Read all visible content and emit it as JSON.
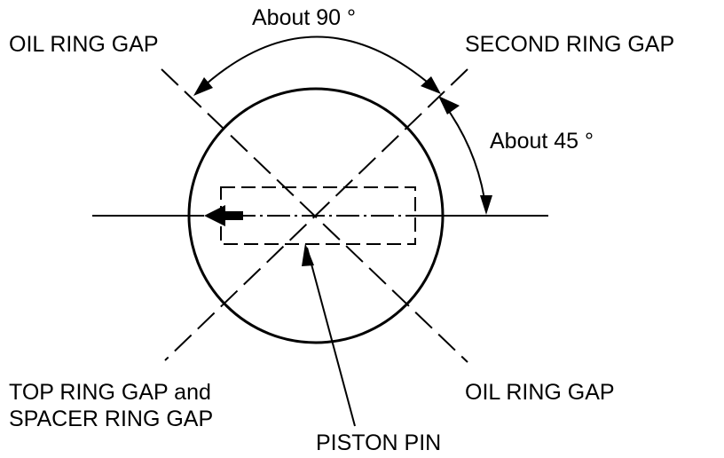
{
  "labels": {
    "oil_ring_gap_top": "OIL RING GAP",
    "second_ring_gap": "SECOND RING GAP",
    "angle_90": "About 90 °",
    "angle_45": "About 45 °",
    "top_ring_gap_line1": "TOP RING GAP and",
    "top_ring_gap_line2": "SPACER RING GAP",
    "oil_ring_gap_bottom": "OIL RING GAP",
    "piston_pin": "PISTON PIN"
  }
}
